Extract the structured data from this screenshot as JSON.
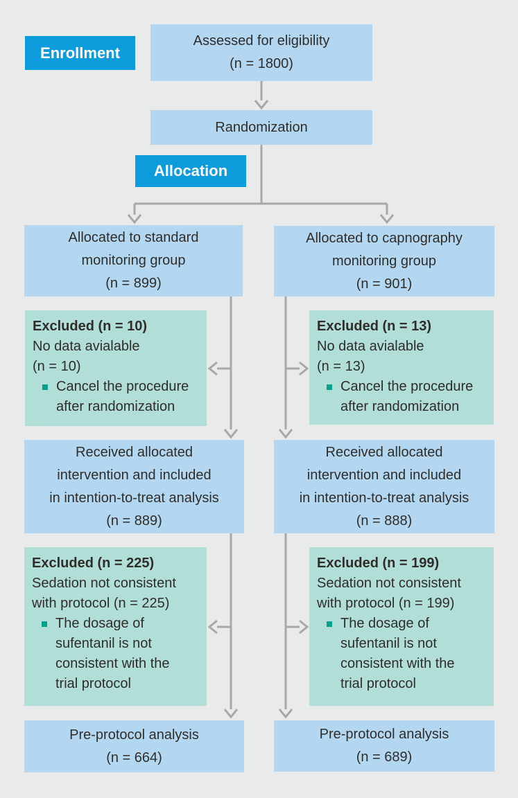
{
  "colors": {
    "background": "#e9ebea",
    "label_blue": "#0d9cdb",
    "label_text": "#ffffff",
    "box_blue": "#b4d7f1",
    "box_teal": "#b2ded8",
    "bullet_teal": "#00a28c",
    "line_gray": "#a7a9a8",
    "text_dark": "#2f2d2a"
  },
  "stage_labels": {
    "enrollment": "Enrollment",
    "allocation": "Allocation"
  },
  "enrollment": {
    "assessed": {
      "lines": [
        "Assessed for eligibility",
        "(n = 1800)"
      ]
    },
    "randomization": "Randomization"
  },
  "left_arm": {
    "allocated": {
      "lines": [
        "Allocated to standard",
        "monitoring group",
        "(n = 899)"
      ]
    },
    "excluded_1": {
      "title": "Excluded (n = 10)",
      "lines": [
        "No data avialable",
        "(n = 10)"
      ],
      "bullets": [
        {
          "lines": [
            "Cancel the procedure",
            "after randomization"
          ]
        }
      ]
    },
    "received": {
      "lines": [
        "Received allocated",
        "intervention and included",
        "in intention-to-treat analysis",
        "(n = 889)"
      ]
    },
    "excluded_2": {
      "title": "Excluded (n = 225)",
      "lines": [
        "Sedation not consistent",
        "with protocol (n = 225)"
      ],
      "bullets": [
        {
          "lines": [
            "The dosage of",
            "sufentanil is not",
            "consistent with the",
            "trial protocol"
          ]
        }
      ]
    },
    "per_protocol": {
      "lines": [
        "Pre-protocol analysis",
        "(n = 664)"
      ]
    }
  },
  "right_arm": {
    "allocated": {
      "lines": [
        "Allocated to capnography",
        "monitoring group",
        "(n = 901)"
      ]
    },
    "excluded_1": {
      "title": "Excluded (n = 13)",
      "lines": [
        "No data avialable",
        "(n = 13)"
      ],
      "bullets": [
        {
          "lines": [
            "Cancel the procedure",
            "after randomization"
          ]
        }
      ]
    },
    "received": {
      "lines": [
        "Received allocated",
        "intervention and included",
        "in intention-to-treat analysis",
        "(n = 888)"
      ]
    },
    "excluded_2": {
      "title": "Excluded (n = 199)",
      "lines": [
        "Sedation not consistent",
        "with protocol (n = 199)"
      ],
      "bullets": [
        {
          "lines": [
            "The dosage of",
            "sufentanil is not",
            "consistent with the",
            "trial protocol"
          ]
        }
      ]
    },
    "per_protocol": {
      "lines": [
        "Pre-protocol analysis",
        "(n = 689)"
      ]
    }
  }
}
